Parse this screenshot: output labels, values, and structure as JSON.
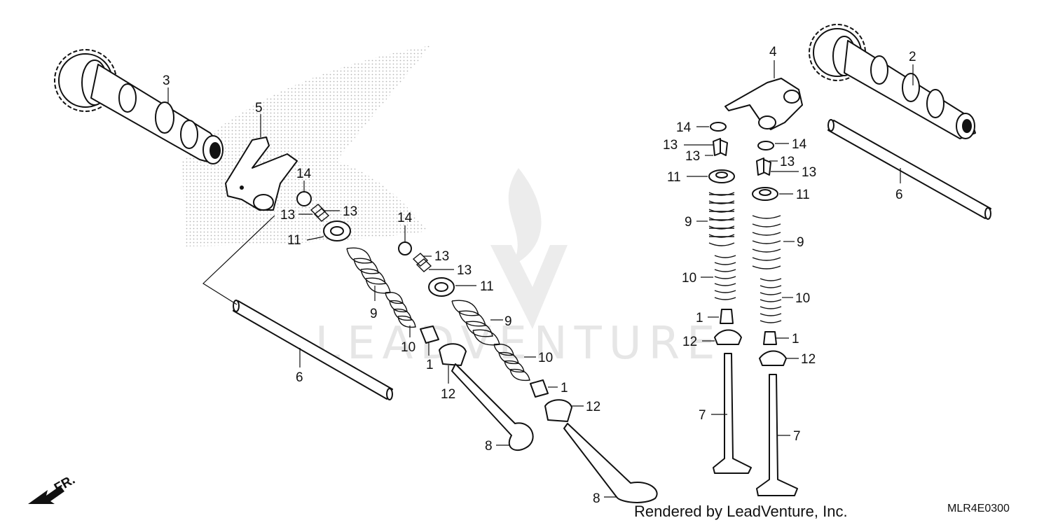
{
  "watermark": "LEADVENTURE",
  "direction_label": "FR.",
  "credit": "Rendered by LeadVenture, Inc.",
  "diagram_code": "MLR4E0300",
  "callouts": {
    "c3": "3",
    "c5": "5",
    "c14a": "14",
    "c13a": "13",
    "c13b": "13",
    "c11a": "11",
    "c9a": "9",
    "c10a": "10",
    "c1a": "1",
    "c12a": "12",
    "c6a": "6",
    "c8a": "8",
    "c14b": "14",
    "c13c": "13",
    "c13d": "13",
    "c11b": "11",
    "c9b": "9",
    "c10b": "10",
    "c1b": "1",
    "c12b": "12",
    "c8b": "8",
    "c4": "4",
    "c2": "2",
    "c6b": "6",
    "c14c": "14",
    "c13e": "13",
    "c13f": "13",
    "c11c": "11",
    "c9c": "9",
    "c10c": "10",
    "c1c": "1",
    "c12c": "12",
    "c7a": "7",
    "c14d": "14",
    "c13g": "13",
    "c13h": "13",
    "c11d": "11",
    "c9d": "9",
    "c10d": "10",
    "c1d": "1",
    "c12d": "12",
    "c7b": "7"
  }
}
